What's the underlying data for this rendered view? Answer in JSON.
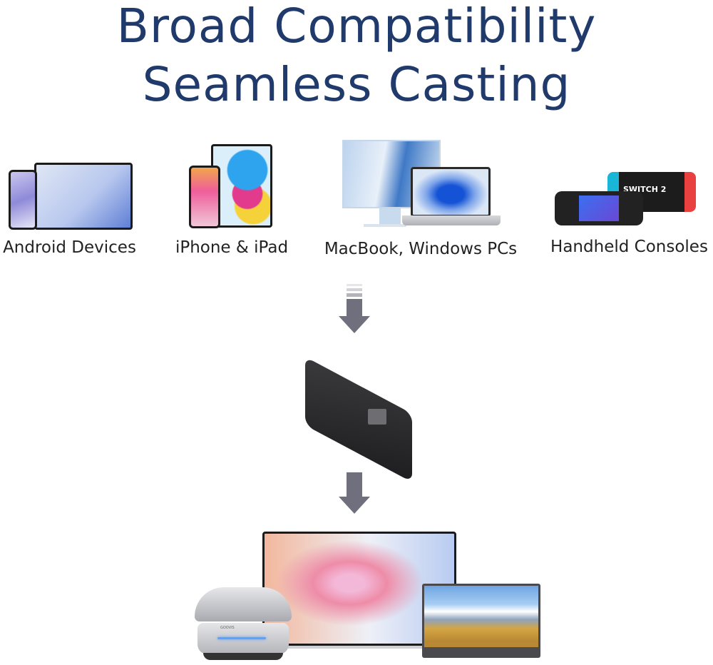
{
  "title": {
    "line1": "Broad Compatibility",
    "line2": "Seamless Casting"
  },
  "source_devices": [
    {
      "label": "Android Devices",
      "icon": "android-phone-tablet"
    },
    {
      "label": "iPhone & iPad",
      "icon": "iphone-ipad"
    },
    {
      "label": "MacBook, Windows PCs",
      "icon": "imac-laptop"
    },
    {
      "label": "Handheld Consoles",
      "icon": "handheld-consoles"
    }
  ],
  "console_screen_text": "SWITCH 2",
  "headset_brand": "GOOVIS",
  "colors": {
    "title": "#1f3a6b",
    "arrow": "#6f6f7e",
    "dongle": "#1e1e20"
  },
  "flow": [
    "source-devices",
    "casting-dongle",
    "display-devices"
  ],
  "display_devices": [
    "vr-headset",
    "tv",
    "portable-monitor"
  ]
}
